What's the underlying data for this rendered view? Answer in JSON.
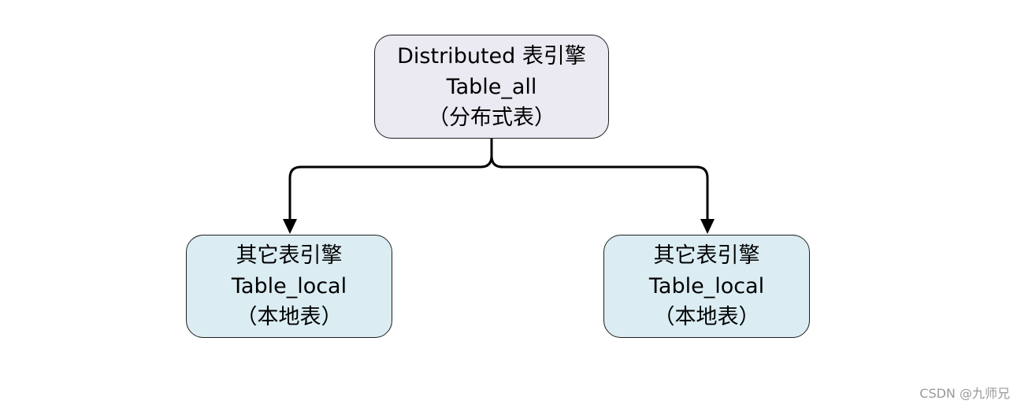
{
  "diagram": {
    "root": {
      "lines": [
        "Distributed 表引擎",
        "Table_all",
        "（分布式表）"
      ],
      "fill": "#ebe9f1"
    },
    "children": [
      {
        "lines": [
          "其它表引擎",
          "Table_local",
          "（本地表）"
        ],
        "fill": "#dbedf3"
      },
      {
        "lines": [
          "其它表引擎",
          "Table_local",
          "（本地表）"
        ],
        "fill": "#dbedf3"
      }
    ]
  },
  "watermark": "CSDN @九师兄"
}
